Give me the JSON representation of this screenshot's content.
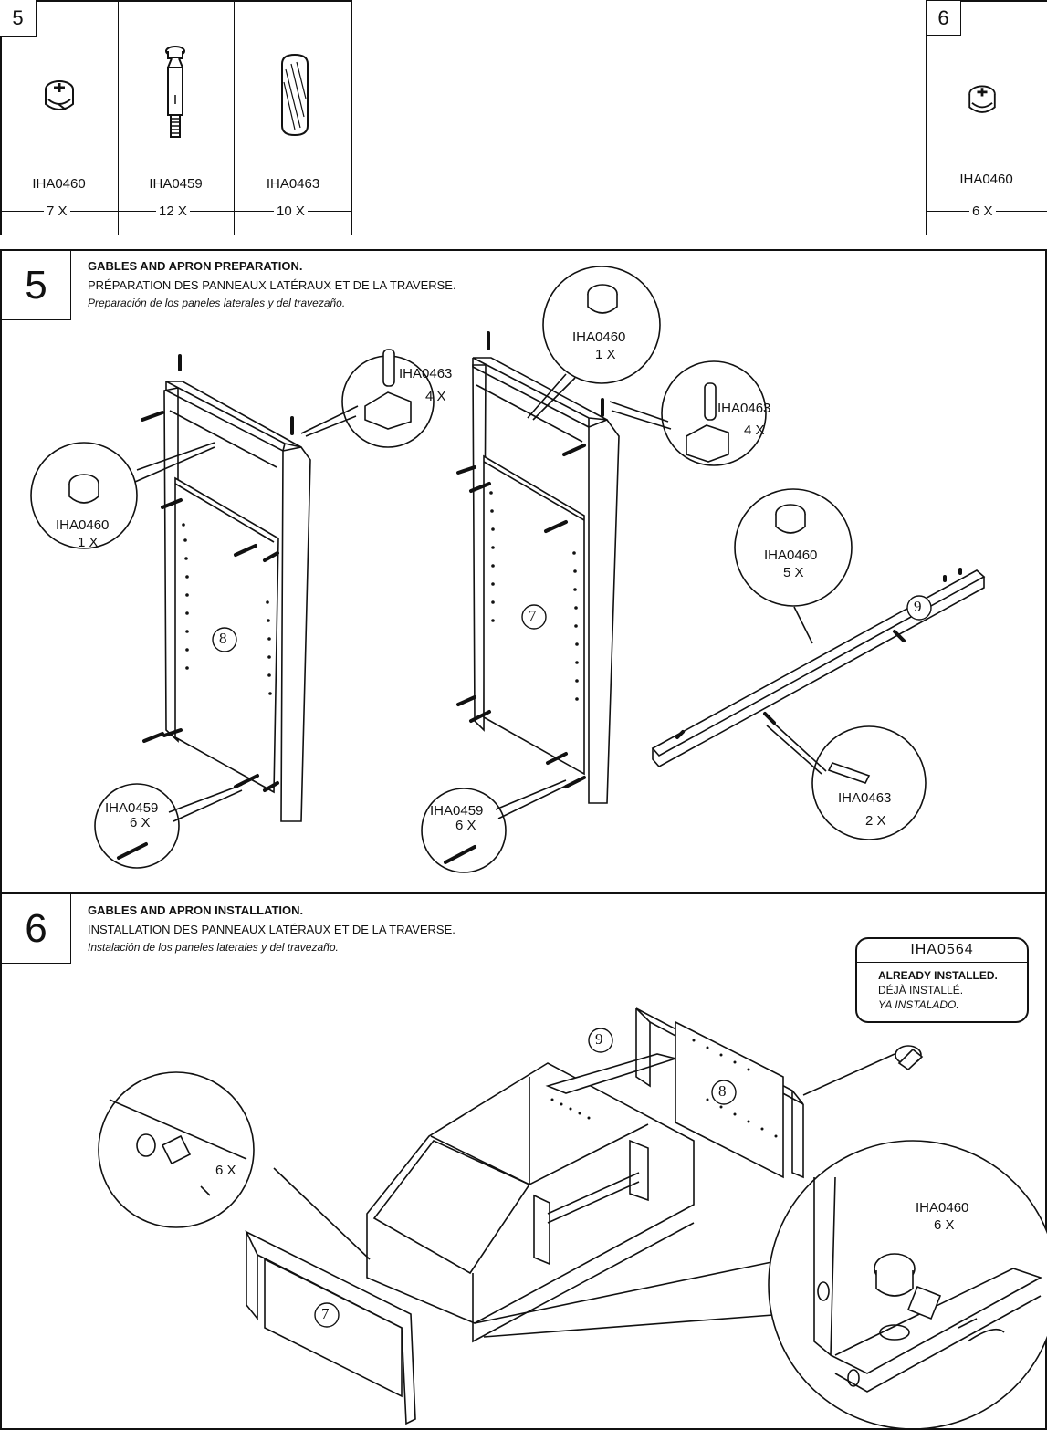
{
  "parts_panels": [
    {
      "step": "5",
      "items": [
        {
          "code": "IHA0460",
          "qty": "7 X",
          "icon": "cam-lock-icon"
        },
        {
          "code": "IHA0459",
          "qty": "12 X",
          "icon": "cam-bolt-icon"
        },
        {
          "code": "IHA0463",
          "qty": "10 X",
          "icon": "wooden-dowel-icon"
        }
      ]
    },
    {
      "step": "6",
      "items": [
        {
          "code": "IHA0460",
          "qty": "6 X",
          "icon": "cam-lock-icon"
        }
      ]
    }
  ],
  "step5": {
    "number": "5",
    "title_en": "GABLES AND APRON PREPARATION.",
    "title_fr": "PRÉPARATION DES PANNEAUX LATÉRAUX ET DE LA TRAVERSE.",
    "title_es": "Preparación de los paneles laterales y del travezaño.",
    "callouts": [
      {
        "code": "IHA0463",
        "qty": "4 X"
      },
      {
        "code": "IHA0460",
        "qty": "1 X"
      },
      {
        "code": "IHA0460",
        "qty": "1 X"
      },
      {
        "code": "IHA0463",
        "qty": "4 X"
      },
      {
        "code": "IHA0460",
        "qty": "5 X"
      },
      {
        "code": "IHA0463",
        "qty": "2 X"
      },
      {
        "code": "IHA0459",
        "qty": "6 X"
      },
      {
        "code": "IHA0459",
        "qty": "6 X"
      }
    ],
    "part_labels": [
      "8",
      "7",
      "9"
    ]
  },
  "step6": {
    "number": "6",
    "title_en": "GABLES AND APRON INSTALLATION.",
    "title_fr": "INSTALLATION DES PANNEAUX LATÉRAUX ET DE LA TRAVERSE.",
    "title_es": "Instalación de los paneles laterales y del travezaño.",
    "note": {
      "code": "IHA0564",
      "en": "ALREADY INSTALLED.",
      "fr": "DÉJÀ INSTALLÉ.",
      "es": "YA INSTALADO."
    },
    "part_labels": [
      "9",
      "8",
      "7"
    ],
    "detail_left_qty": "6 X",
    "detail_right_code": "IHA0460",
    "detail_right_qty": "6 X"
  }
}
